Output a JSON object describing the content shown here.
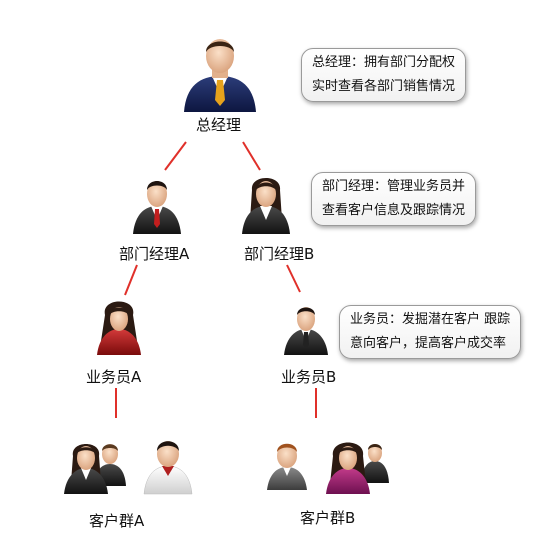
{
  "nodes": {
    "gm": {
      "label": "总经理"
    },
    "dept_a": {
      "label": "部门经理A"
    },
    "dept_b": {
      "label": "部门经理B"
    },
    "sales_a": {
      "label": "业务员A"
    },
    "sales_b": {
      "label": "业务员B"
    },
    "cust_a": {
      "label": "客户群A"
    },
    "cust_b": {
      "label": "客户群B"
    }
  },
  "callouts": {
    "gm": {
      "line1": "总经理：拥有部门分配权",
      "line2": "实时查看各部门销售情况"
    },
    "dept": {
      "line1": "部门经理：管理业务员并",
      "line2": "查看客户信息及跟踪情况"
    },
    "sales": {
      "line1": "业务员：发掘潜在客户 跟踪",
      "line2": "意向客户，提高客户成交率"
    }
  },
  "colors": {
    "connector": "#e0302a",
    "suit": "#2a2a2a",
    "skin": "#f1c9a8",
    "hair": "#2b1a12"
  }
}
